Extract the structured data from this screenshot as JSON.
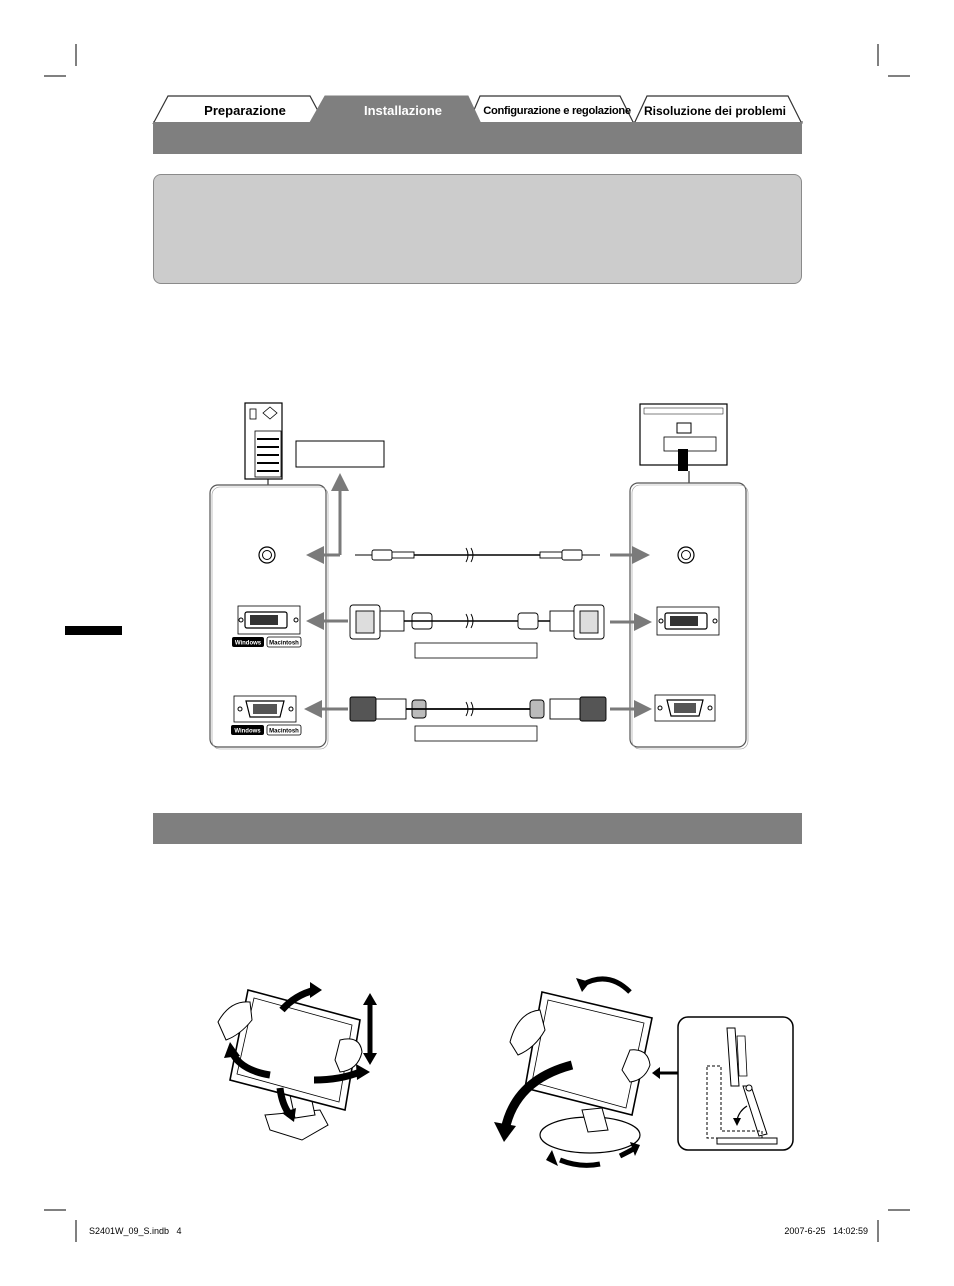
{
  "tabs": [
    {
      "label": "Preparazione",
      "active": false
    },
    {
      "label": "Installazione",
      "active": true
    },
    {
      "label": "Configurazione e regolazione",
      "active": false
    },
    {
      "label": "Risoluzione dei problemi",
      "active": false
    }
  ],
  "connection_diagram": {
    "pc_badges_dvi": [
      "Windows",
      "Macintosh"
    ],
    "pc_badges_vga": [
      "Windows",
      "Macintosh"
    ],
    "cable_labels": [
      "",
      "",
      ""
    ]
  },
  "footer": {
    "file_name": "S2401W_09_S.indb   4",
    "timestamp": "2007-6-25   14:02:59"
  },
  "colors": {
    "section_bar": "#7f7f7f",
    "info_box": "#cccccc",
    "active_tab": "#7f7f7f",
    "arrow": "#7a7a7a"
  },
  "icons": [
    "pc-tower-icon",
    "monitor-back-icon",
    "audio-jack-icon",
    "dvi-port-icon",
    "vga-port-icon",
    "audio-cable-icon",
    "dvi-cable-icon",
    "vga-cable-icon",
    "monitor-adjust-illustration",
    "monitor-swivel-illustration",
    "stand-detail-illustration"
  ]
}
